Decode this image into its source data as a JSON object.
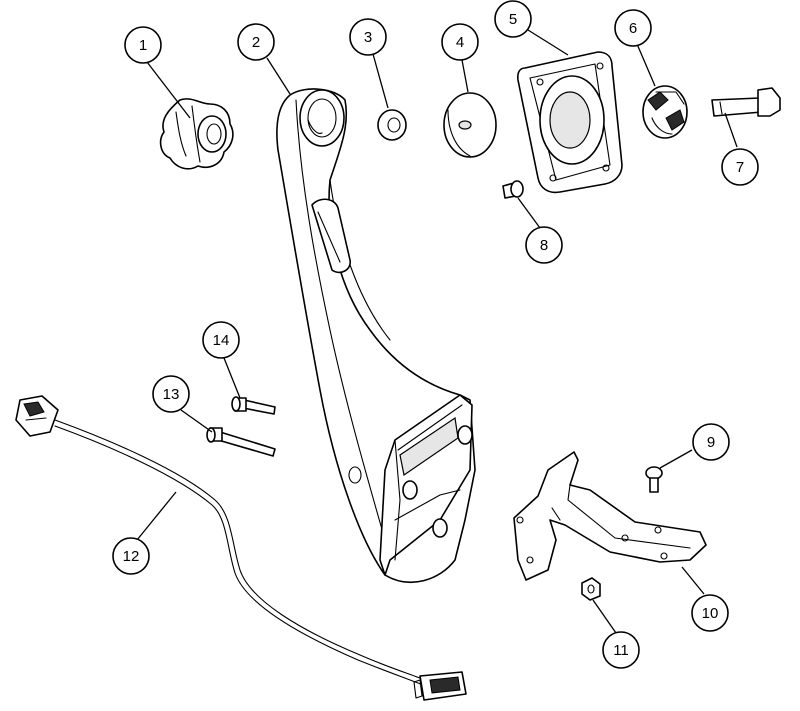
{
  "callouts": [
    {
      "id": "1",
      "label": "1",
      "part": "knob"
    },
    {
      "id": "2",
      "label": "2",
      "part": "support-arm"
    },
    {
      "id": "3",
      "label": "3",
      "part": "washer"
    },
    {
      "id": "4",
      "label": "4",
      "part": "dome-cap"
    },
    {
      "id": "5",
      "label": "5",
      "part": "mounting-plate"
    },
    {
      "id": "6",
      "label": "6",
      "part": "ball-joint-insert"
    },
    {
      "id": "7",
      "label": "7",
      "part": "hex-bolt"
    },
    {
      "id": "8",
      "label": "8",
      "part": "small-screw"
    },
    {
      "id": "9",
      "label": "9",
      "part": "pan-head-screw"
    },
    {
      "id": "10",
      "label": "10",
      "part": "bracket"
    },
    {
      "id": "11",
      "label": "11",
      "part": "nut"
    },
    {
      "id": "12",
      "label": "12",
      "part": "wire-harness"
    },
    {
      "id": "13",
      "label": "13",
      "part": "long-screw"
    },
    {
      "id": "14",
      "label": "14",
      "part": "short-screw"
    }
  ],
  "colors": {
    "line": "#000000",
    "background": "#ffffff",
    "fill_shade": "#e6e6e6"
  }
}
